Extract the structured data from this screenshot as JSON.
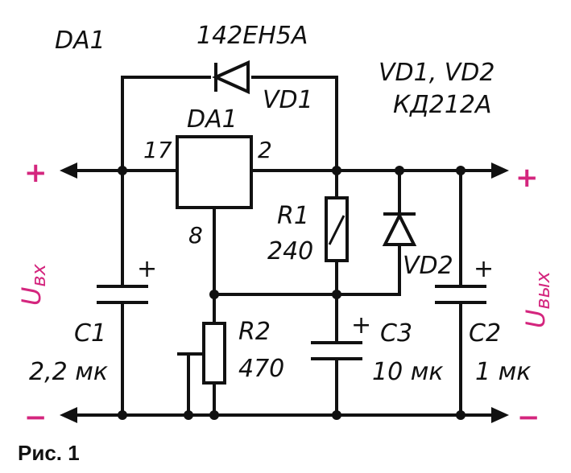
{
  "colors": {
    "ink": "#111111",
    "accent": "#d4267e",
    "background": "#ffffff"
  },
  "labels": {
    "da1_title": "DA1",
    "da1_part": "142ЕН5А",
    "diodes_title": "VD1, VD2",
    "diodes_part": "КД212А",
    "vd1": "VD1",
    "vd2": "VD2",
    "ic_name": "DA1",
    "pin17": "17",
    "pin2": "2",
    "pin8": "8",
    "r1_name": "R1",
    "r1_value": "240",
    "r2_name": "R2",
    "r2_value": "470",
    "c1_name": "C1",
    "c1_value": "2,2 мк",
    "c3_name": "C3",
    "c3_value": "10 мк",
    "c2_name": "C2",
    "c2_value": "1 мк",
    "cap_plus": "+",
    "uin_main": "U",
    "uin_sub": "вх",
    "uout_main": "U",
    "uout_sub": "вых",
    "plus": "+",
    "minus": "−",
    "caption": "Рис. 1"
  }
}
